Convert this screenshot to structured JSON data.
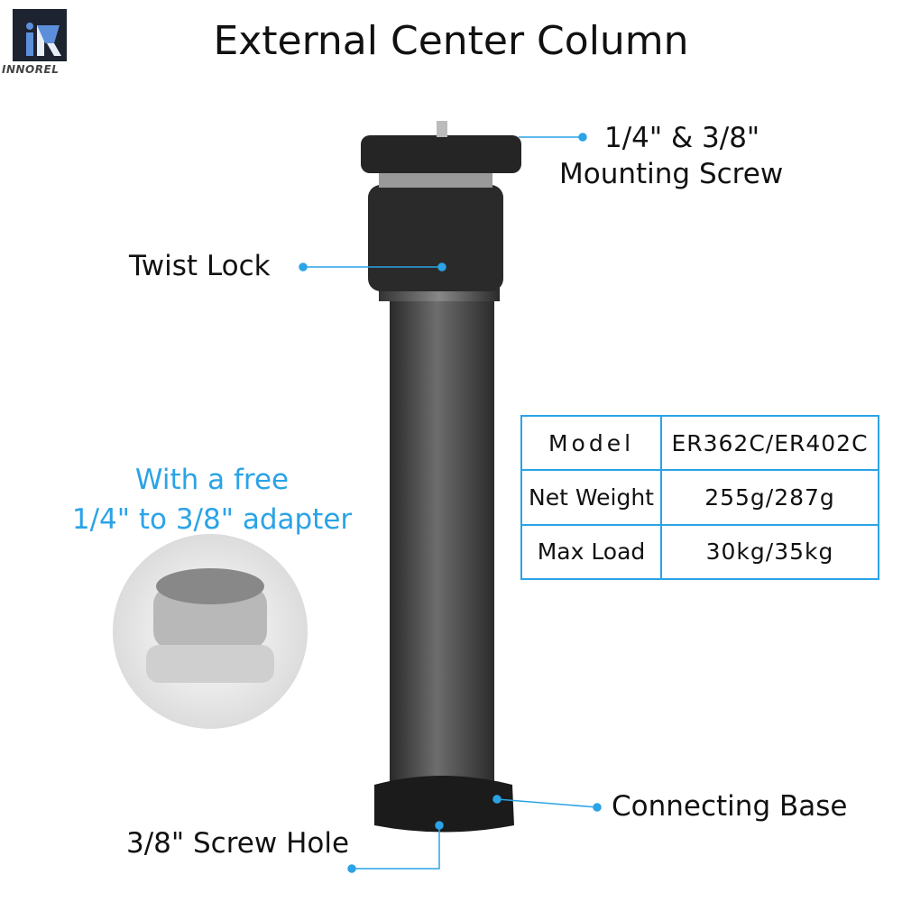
{
  "logo": {
    "text": "INNOREL",
    "mark": "iR"
  },
  "title": "External Center Column",
  "callouts": {
    "mounting_screw": [
      "1/4\" & 3/8\"",
      "Mounting Screw"
    ],
    "twist_lock": "Twist Lock",
    "connecting_base": "Connecting Base",
    "screw_hole": "3/8\" Screw Hole"
  },
  "adapter": {
    "line1": "With a free",
    "line2": "1/4\" to 3/8\" adapter"
  },
  "specs": {
    "rows": [
      {
        "label": "Model",
        "value": "ER362C/ER402C"
      },
      {
        "label": "Net Weight",
        "value": "255g/287g"
      },
      {
        "label": "Max Load",
        "value": "30kg/35kg"
      }
    ]
  },
  "colors": {
    "accent": "#2ba3e6",
    "logo_bg": "#1d2330",
    "logo_mark": "#5b8fd9"
  }
}
